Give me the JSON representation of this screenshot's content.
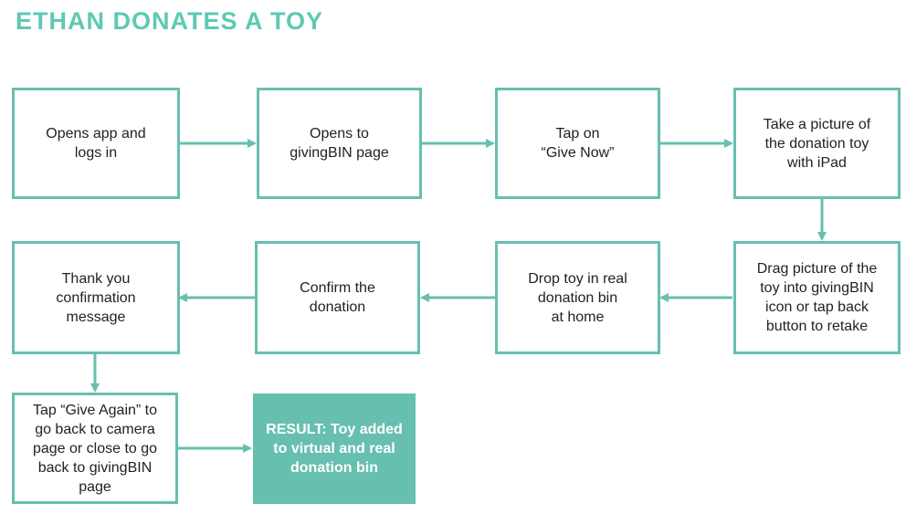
{
  "title": "ETHAN DONATES A TOY",
  "colors": {
    "accent": "#67bfb0",
    "title": "#5dc9b3",
    "text": "#222222",
    "result_text": "#ffffff"
  },
  "steps": [
    {
      "label": "Opens app and\nlogs in"
    },
    {
      "label": "Opens to\ngivingBIN page"
    },
    {
      "label": "Tap on\n“Give Now”"
    },
    {
      "label": "Take a picture of\nthe donation toy\nwith iPad"
    },
    {
      "label": "Drag picture of the\ntoy into givingBIN\nicon or tap back\nbutton to retake"
    },
    {
      "label": "Drop toy in real\ndonation bin\nat home"
    },
    {
      "label": "Confirm the\ndonation"
    },
    {
      "label": "Thank you\nconfirmation\nmessage"
    },
    {
      "label": "Tap “Give Again” to\ngo back to camera\npage or close to go\nback to givingBIN\npage"
    }
  ],
  "result": {
    "label": "RESULT: Toy added\nto virtual and real\ndonation bin"
  }
}
